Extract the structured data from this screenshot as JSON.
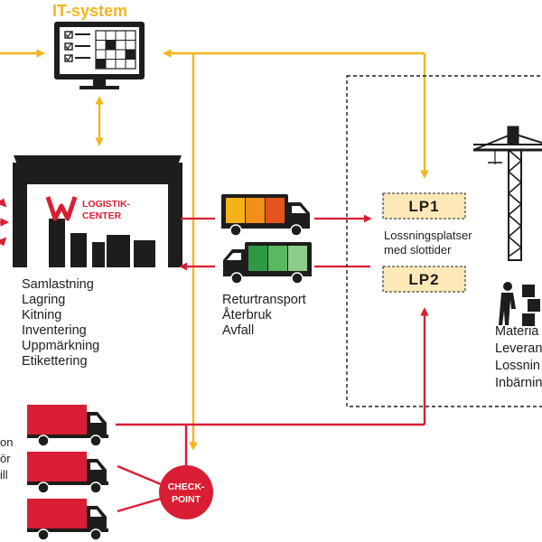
{
  "header": {
    "title": "IT-system"
  },
  "warehouse": {
    "logo_line1": "LOGISTIK-",
    "logo_line2": "CENTER",
    "functions": [
      "Samlastning",
      "Lagring",
      "Kitning",
      "Inventering",
      "Uppmärkning",
      "Etikettering"
    ]
  },
  "return_transport": {
    "lines": [
      "Returtransport",
      "Återbruk",
      "Avfall"
    ]
  },
  "unloading": {
    "lp1": "LP1",
    "lp2": "LP2",
    "description_lines": [
      "Lossningsplatser",
      "med slottider"
    ]
  },
  "site": {
    "lines": [
      "Materia",
      "Leveran",
      "Lossnin",
      "Inbärnin"
    ]
  },
  "suppliers": {
    "text_fragments": [
      "on",
      "ör",
      "ill"
    ]
  },
  "checkpoint": {
    "line1": "CHECK-",
    "line2": "POINT"
  },
  "colors": {
    "yellow": "#f2b51d",
    "red": "#d91e33",
    "dark": "#1d1d1b",
    "lp_fill": "#fde9b8",
    "cargo_full": [
      "#f7b21a",
      "#f28f1a",
      "#e5541d"
    ],
    "cargo_return": [
      "#2e9a45",
      "#5bb760",
      "#8ccb8a"
    ]
  }
}
